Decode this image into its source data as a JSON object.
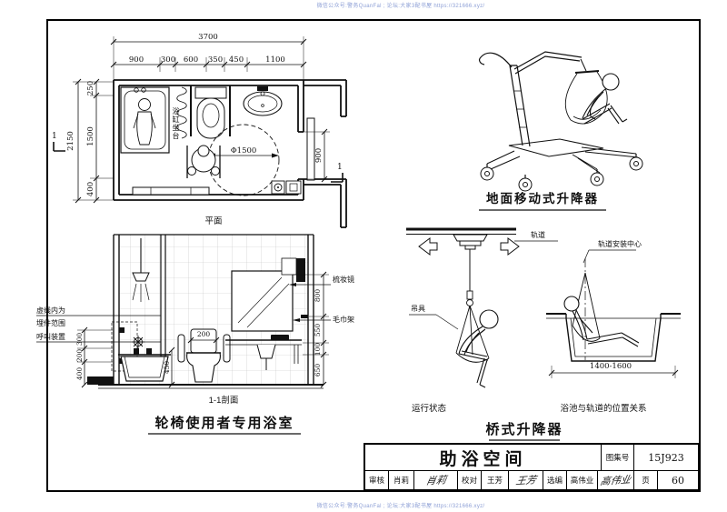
{
  "watermark": {
    "top": "微信公众号:警务QuanFal ; 论坛:大家3配书屋 https://321666.xyz/",
    "bottom": "微信公众号:警务QuanFal ; 论坛:大家3配书屋 https://321666.xyz/"
  },
  "plan": {
    "caption": "平面",
    "dim_total_w": "3700",
    "dims_top": [
      "900",
      "300",
      "600",
      "350",
      "450",
      "1100"
    ],
    "dim_total_h": "2150",
    "dims_left": [
      "250",
      "1500",
      "400"
    ],
    "dim_door": "900",
    "turning_circle": "Φ1500",
    "tub_seat": "浴缸坐台",
    "section_mark_left": "1",
    "section_mark_right": "1"
  },
  "section": {
    "caption": "1-1剖面",
    "title": "轮椅使用者专用浴室",
    "note_line1": "虚线内为",
    "note_line2": "埋件范围",
    "note_line3": "呼叫装置",
    "dims_left": [
      "300",
      "200",
      "400"
    ],
    "dims_right": [
      "800",
      "550",
      "100",
      "650"
    ],
    "dim_toilet": "200",
    "dim_seat_h": "450",
    "label_mirror": "梳妆镜",
    "label_towel": "毛巾架"
  },
  "mobile_lift": {
    "title": "地面移动式升降器"
  },
  "bridge_lift": {
    "title": "桥式升降器",
    "label_rail": "轨道",
    "label_sling": "吊具",
    "label_rail_center": "轨道安装中心",
    "dim_tub": "1400-1600",
    "caption_running": "运行状态",
    "caption_position": "浴池与轨道的位置关系"
  },
  "titleblock": {
    "title": "助浴空间",
    "atlas_label": "图集号",
    "atlas_no": "15J923",
    "page_label": "页",
    "page_no": "60",
    "cells": [
      {
        "label": "审核",
        "name": "肖莉",
        "sig": "肖莉"
      },
      {
        "label": "校对",
        "name": "王芳",
        "sig": "王芳"
      },
      {
        "label": "选编",
        "name": "高伟业",
        "sig": "高伟业"
      }
    ]
  }
}
